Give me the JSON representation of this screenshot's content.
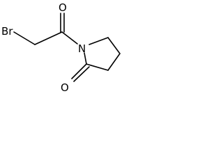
{
  "molecule": {
    "atoms": {
      "br": "Br",
      "o_acyl": "O",
      "n": "N",
      "o_lactam": "O"
    }
  }
}
